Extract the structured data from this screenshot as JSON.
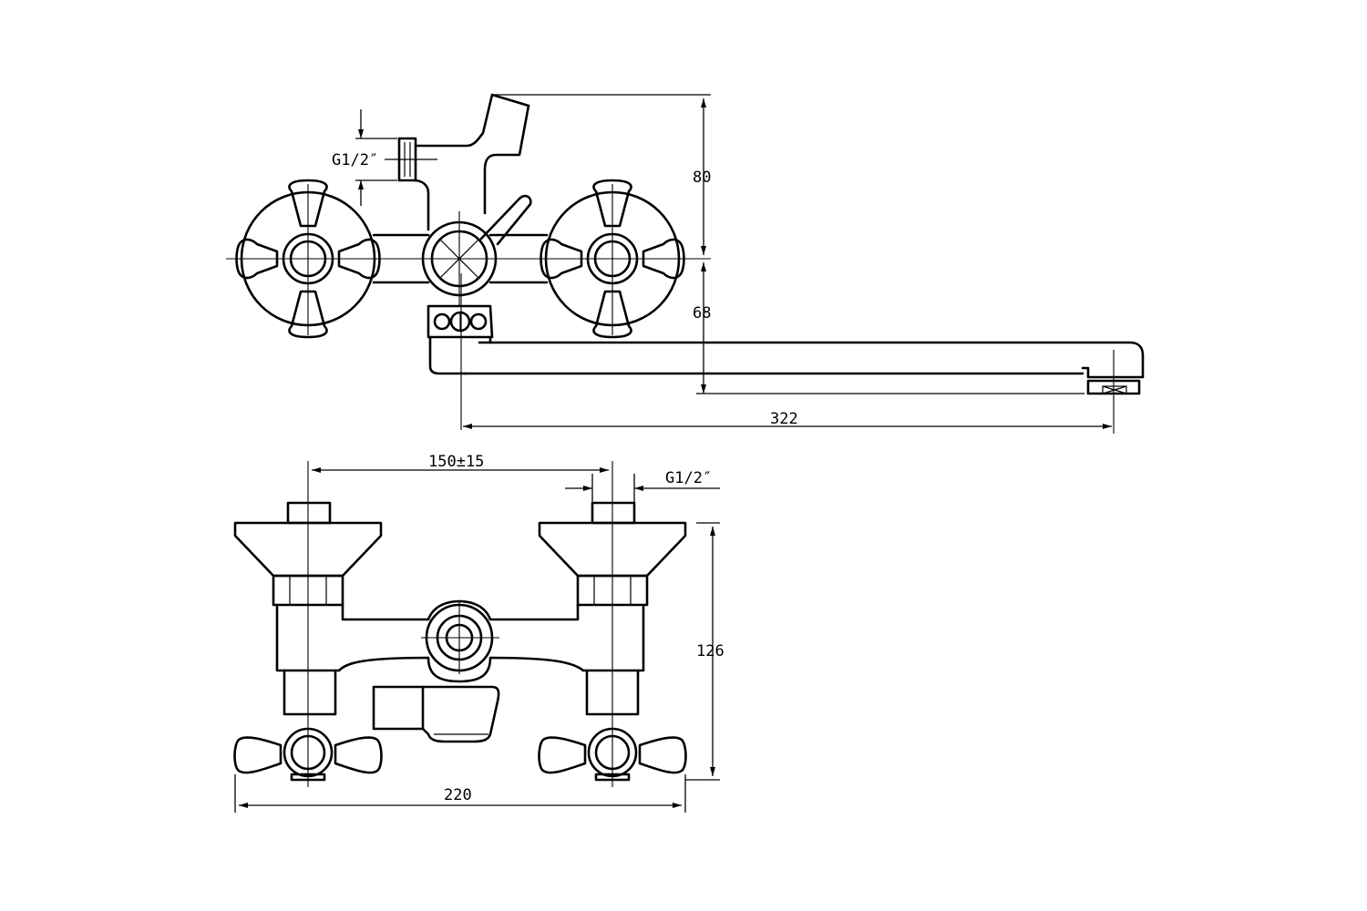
{
  "dimensions": {
    "thread_top": "G1/2″",
    "height_upper": "80",
    "offset_spout": "68",
    "spout_length": "322",
    "center_distance": "150±15",
    "thread_bottom": "G1/2″",
    "total_height": "126",
    "total_width": "220"
  },
  "colors": {
    "line": "#000000",
    "background": "#ffffff"
  }
}
